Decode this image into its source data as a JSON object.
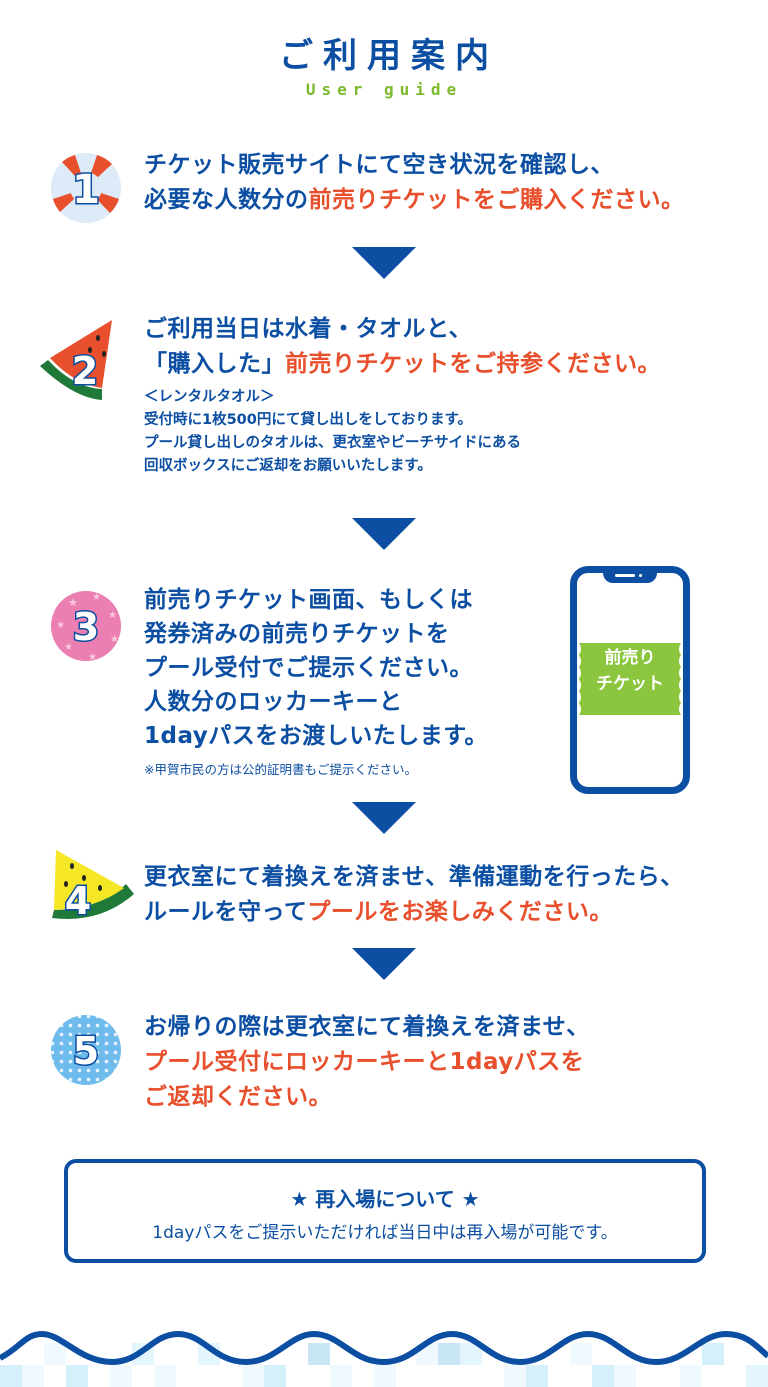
{
  "header": {
    "title": "ご利用案内",
    "subtitle": "User guide"
  },
  "colors": {
    "primary": "#0b4ea2",
    "accent_red": "#e8502d",
    "accent_green": "#7cba2c"
  },
  "steps": [
    {
      "number": "1",
      "icon": "lifebuoy-icon",
      "lines": [
        [
          {
            "text": "チケット販売サイトにて空き状況を確認し、",
            "red": false
          }
        ],
        [
          {
            "text": "必要な人数分の",
            "red": false
          },
          {
            "text": "前売りチケット",
            "red": true
          },
          {
            "text": "をご購入ください。",
            "red": true
          }
        ]
      ]
    },
    {
      "number": "2",
      "icon": "watermelon-icon",
      "lines": [
        [
          {
            "text": "ご利用当日は水着・タオルと、",
            "red": false
          }
        ],
        [
          {
            "text": "「購入した」",
            "red": false
          },
          {
            "text": "前売りチケット",
            "red": true
          },
          {
            "text": "をご持参ください。",
            "red": true
          }
        ]
      ],
      "sub_lines": [
        "＜レンタルタオル＞",
        "受付時に1枚500円にて貸し出しをしております。",
        "プール貸し出しのタオルは、更衣室やビーチサイドにある",
        "回収ボックスにご返却をお願いいたします。"
      ]
    },
    {
      "number": "3",
      "icon": "star-ball-icon",
      "lines": [
        "前売りチケット画面、もしくは",
        "発券済みの前売りチケットを",
        "プール受付でご提示ください。",
        "人数分のロッカーキーと",
        "1dayパスをお渡しいたします。"
      ],
      "note": "※甲賀市民の方は公的証明書もご提示ください。",
      "phone_ticket": [
        "前売り",
        "チケット"
      ]
    },
    {
      "number": "4",
      "icon": "yellow-watermelon-icon",
      "lines": [
        [
          {
            "text": "更衣室にて着換えを済ませ、準備運動を行ったら、",
            "red": false
          }
        ],
        [
          {
            "text": "ルールを守って",
            "red": false
          },
          {
            "text": "プールをお楽しみください。",
            "red": true
          }
        ]
      ]
    },
    {
      "number": "5",
      "icon": "polka-dot-ball-icon",
      "lines": [
        [
          {
            "text": "お帰りの際は更衣室にて着換えを済ませ、",
            "red": false
          }
        ],
        [
          {
            "text": "プール受付にロッカーキーと1dayパスを",
            "red": true
          }
        ],
        [
          {
            "text": "ご返却ください。",
            "red": true
          }
        ]
      ]
    }
  ],
  "reentry": {
    "title": "★ 再入場について ★",
    "body": "1dayパスをご提示いただければ当日中は再入場が可能です。"
  }
}
